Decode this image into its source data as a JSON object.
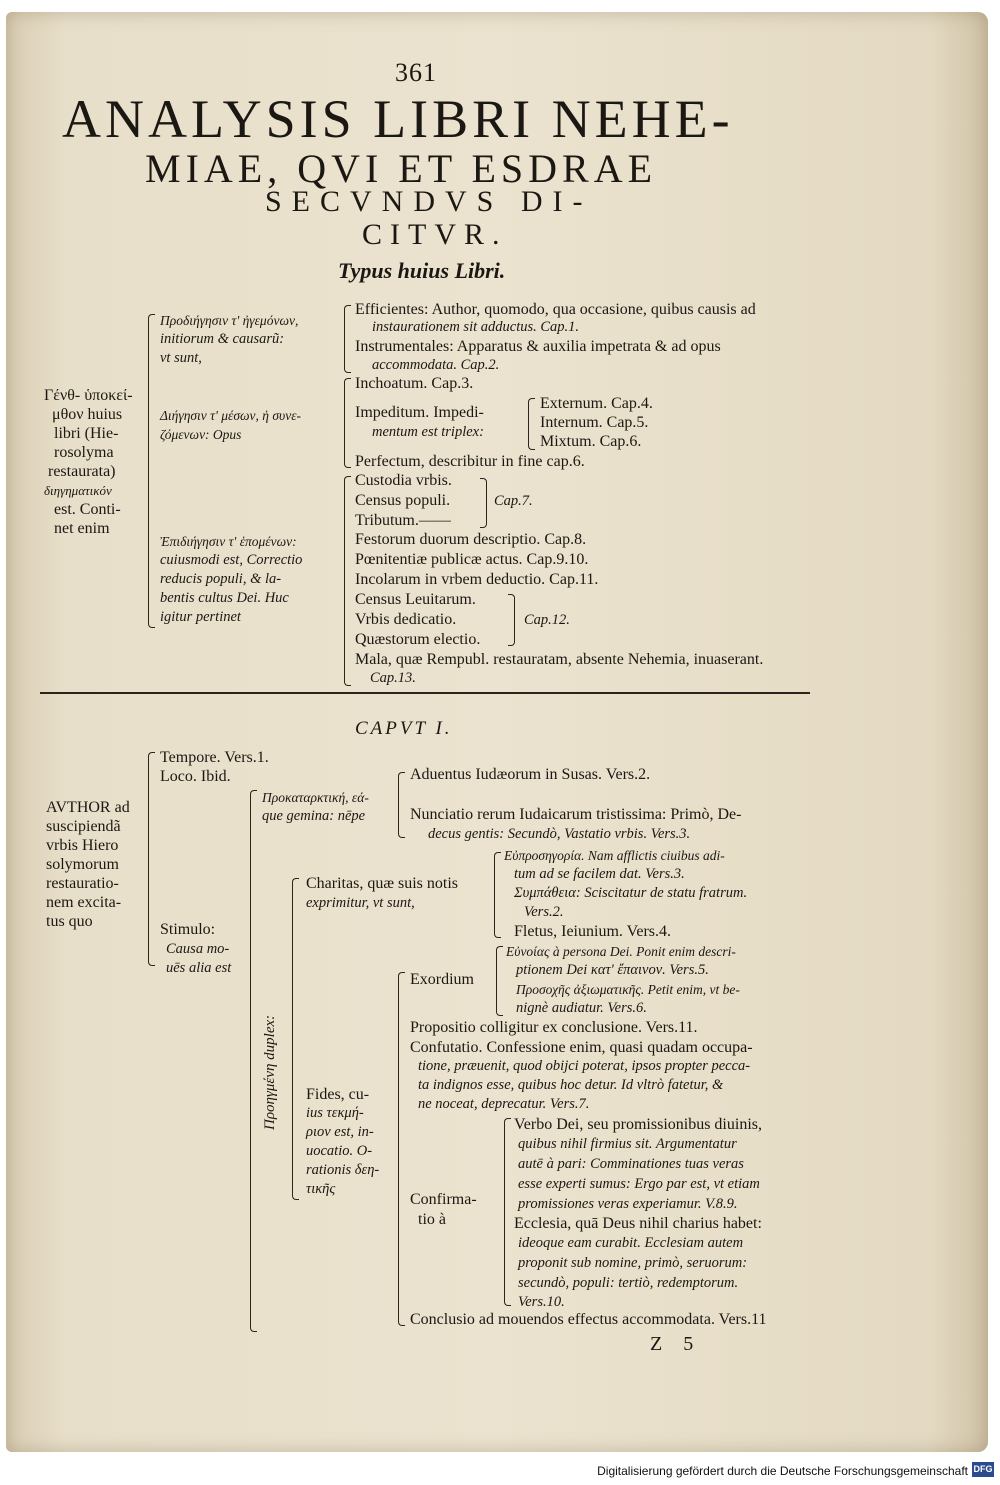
{
  "header": {
    "page_number": "361",
    "title_line1": "ANALYSIS LIBRI NEHE-",
    "title_line2": "MIAE, QVI ET ESDRAE",
    "title_line3": "SECVNDVS DI-",
    "title_line4": "CITVR.",
    "subtitle": "Typus huius Libri."
  },
  "typus": {
    "root": [
      "Γένθ- ὑποκεί-",
      "μθον huius",
      "libri (Hie-",
      "rosolyma",
      "restaurata)",
      "διηγηματικόν",
      "est. Conti-",
      "net enim"
    ],
    "b1_label": [
      "Προδιήγησιν τ' ἠγεμόνων,",
      "initiorum & causarũ:",
      "vt sunt,"
    ],
    "b1_items": [
      "Efficientes: Author, quomodo, qua occasione, quibus causis ad",
      "instaurationem sit adductus. Cap.1.",
      "Instrumentales: Apparatus & auxilia impetrata & ad opus",
      "accommodata. Cap.2."
    ],
    "b2_label": [
      "Διήγησιν τ' μέσων, ἡ συνε-",
      "ζόμενων: Opus"
    ],
    "b2_inchoatum": "Inchoatum. Cap.3.",
    "b2_impeditum": [
      "Impeditum. Impedi-",
      "mentum est triplex:"
    ],
    "b2_impediments": [
      "Externum. Cap.4.",
      "Internum. Cap.5.",
      "Mixtum. Cap.6."
    ],
    "b2_perfectum": "Perfectum, describitur in fine cap.6.",
    "b3_label": [
      "Ἐπιδιήγησιν τ' ἑπομένων:",
      "cuiusmodi est, Correctio",
      "reducis populi, & la-",
      "bentis cultus Dei. Huc",
      "igitur pertinet"
    ],
    "b3_group1": [
      "Custodia vrbis.",
      "Census populi.",
      "Tributum.——"
    ],
    "b3_group1_cap": "Cap.7.",
    "b3_items": [
      "Festorum duorum descriptio. Cap.8.",
      "Pœnitentiæ publicæ actus. Cap.9.10.",
      "Incolarum in vrbem deductio. Cap.11."
    ],
    "b3_group2": [
      "Census Leuitarum.",
      "Vrbis dedicatio.",
      "Quæstorum electio."
    ],
    "b3_group2_cap": "Cap.12.",
    "b3_mala": [
      "Mala, quæ Rempubl. restauratam, absente Nehemia, inuaserant.",
      "Cap.13."
    ]
  },
  "caput": {
    "heading": "CAPVT I.",
    "root": [
      "AVTHOR ad",
      "suscipiendã",
      "vrbis Hiero",
      "solymorum",
      "restauratio-",
      "nem excita-",
      "tus quo"
    ],
    "tempore": "Tempore. Vers.1.",
    "loco": "Loco. Ibid.",
    "stimulo": [
      "Stimulo:",
      "Causa mo-",
      "uēs alia est"
    ],
    "pro_label": [
      "Προκαταρκτική, εά-",
      "que gemina: nēpe"
    ],
    "aduentus": "Aduentus Iudæorum in Susas. Vers.2.",
    "nunciatio": [
      "Nunciatio rerum Iudaicarum tristissima: Primò, De-",
      "decus gentis: Secundò, Vastatio vrbis. Vers.3."
    ],
    "vertical_label": "Προηγμένη duplex:",
    "charitas": [
      "Charitas, quæ suis notis",
      "exprimitur, vt sunt,"
    ],
    "charitas_items": [
      "Εὐπροσηγορία. Nam afflictis ciuibus adi-",
      "tum ad se facilem dat. Vers.3.",
      "Συμπάθεια: Sciscitatur de statu fratrum.",
      "Vers.2.",
      "Fletus, Ieiunium. Vers.4."
    ],
    "fides": [
      "Fides, cu-",
      "ius τεκμή-",
      "ριον est, in-",
      "uocatio. O-",
      "rationis δεη-",
      "τικῆς"
    ],
    "exordium": "Exordium",
    "exordium_items": [
      "Εὐνοίας à persona Dei. Ponit enim descri-",
      "ptionem Dei κατ' ἔπαινον. Vers.5.",
      "Προσοχῆς ἀξιωματικῆς. Petit enim, vt be-",
      "nignè audiatur. Vers.6."
    ],
    "propositio": "Propositio colligitur ex conclusione. Vers.11.",
    "confutatio": [
      "Confutatio. Confessione enim, quasi quadam occupa-",
      "tione, præuenit, quod obijci poterat, ipsos propter pecca-",
      "ta indignos esse, quibus hoc detur. Id vltrò fatetur, &",
      "ne noceat, deprecatur. Vers.7."
    ],
    "confirmatio": [
      "Confirma-",
      "tio à"
    ],
    "verbo": [
      "Verbo Dei, seu promissionibus diuinis,",
      "quibus nihil firmius sit. Argumentatur",
      "autē à pari: Comminationes tuas veras",
      "esse experti sumus: Ergo par est, vt etiam",
      "promissiones veras experiamur. V.8.9."
    ],
    "ecclesia": [
      "Ecclesia, quā Deus nihil charius habet:",
      "ideoque eam curabit. Ecclesiam autem",
      "proponit sub nomine, primò, seruorum:",
      "secundò, populi: tertiò, redemptorum.",
      "Vers.10."
    ],
    "conclusio": "Conclusio ad mouendos effectus accommodata. Vers.11"
  },
  "footer": {
    "signature": "Z 5",
    "dfg_text": "Digitalisierung gefördert durch die Deutsche Forschungsgemeinschaft",
    "dfg_logo": "DFG"
  }
}
